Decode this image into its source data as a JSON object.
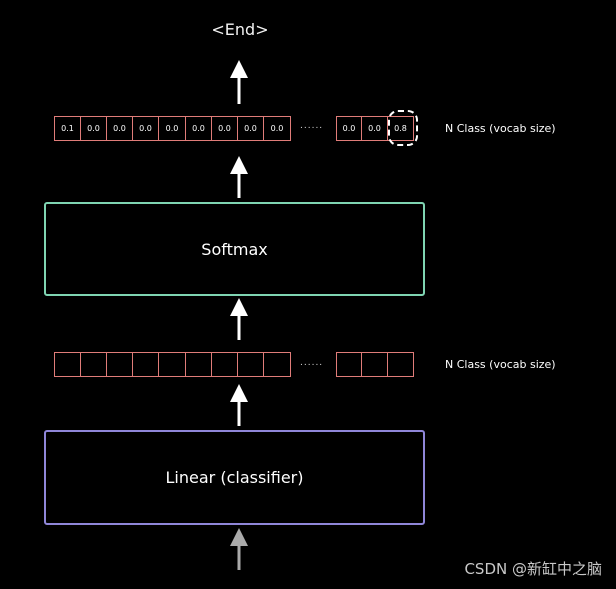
{
  "end_label": "<End>",
  "output_row": {
    "cells_left": [
      "0.1",
      "0.0",
      "0.0",
      "0.0",
      "0.0",
      "0.0",
      "0.0",
      "0.0",
      "0.0"
    ],
    "ellipsis": "......",
    "cells_right": [
      "0.0",
      "0.0",
      "0.8"
    ],
    "label": "N Class (vocab size)"
  },
  "softmax": {
    "label": "Softmax"
  },
  "logits_row": {
    "ellipsis": "......",
    "label": "N Class (vocab size)"
  },
  "linear": {
    "label": "Linear (classifier)"
  },
  "watermark": "CSDN @新缸中之脑"
}
